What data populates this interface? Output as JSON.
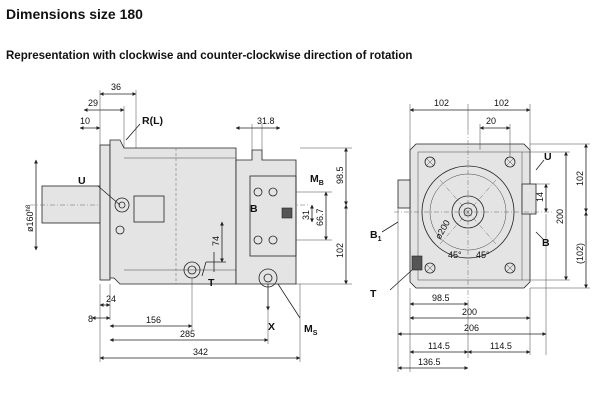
{
  "title": "Dimensions size 180",
  "subtitle": "Representation with clockwise and counter-clockwise direction of rotation",
  "side_view": {
    "dims": {
      "d36": "36",
      "d29": "29",
      "d10": "10",
      "d31_8": "31.8",
      "d98_5": "98.5",
      "d31": "31",
      "d66_7": "66.7",
      "d102": "102",
      "d74": "74",
      "d8": "8",
      "d24": "24",
      "d156": "156",
      "d285": "285",
      "d342": "342"
    },
    "diameter_main": "ø160",
    "diameter_sup": "h8",
    "labels": {
      "rl": "R(L)",
      "u": "U",
      "mb_main": "M",
      "mb_sub": "B",
      "b": "B",
      "t": "T",
      "x": "X",
      "ms_main": "M",
      "ms_sub": "S"
    }
  },
  "front_view": {
    "dims": {
      "top102a": "102",
      "top102b": "102",
      "d20": "20",
      "r102": "102",
      "r200": "200",
      "r102p": "(102)",
      "d14": "14",
      "d98_5": "98.5",
      "d200": "200",
      "d206": "206",
      "d114_5a": "114.5",
      "d114_5b": "114.5",
      "d136_5": "136.5",
      "phi200": "ø200",
      "ang45a": "45°",
      "ang45b": "45°"
    },
    "labels": {
      "u": "U",
      "b1_main": "B",
      "b1_sub": "1",
      "b": "B",
      "t": "T"
    }
  }
}
